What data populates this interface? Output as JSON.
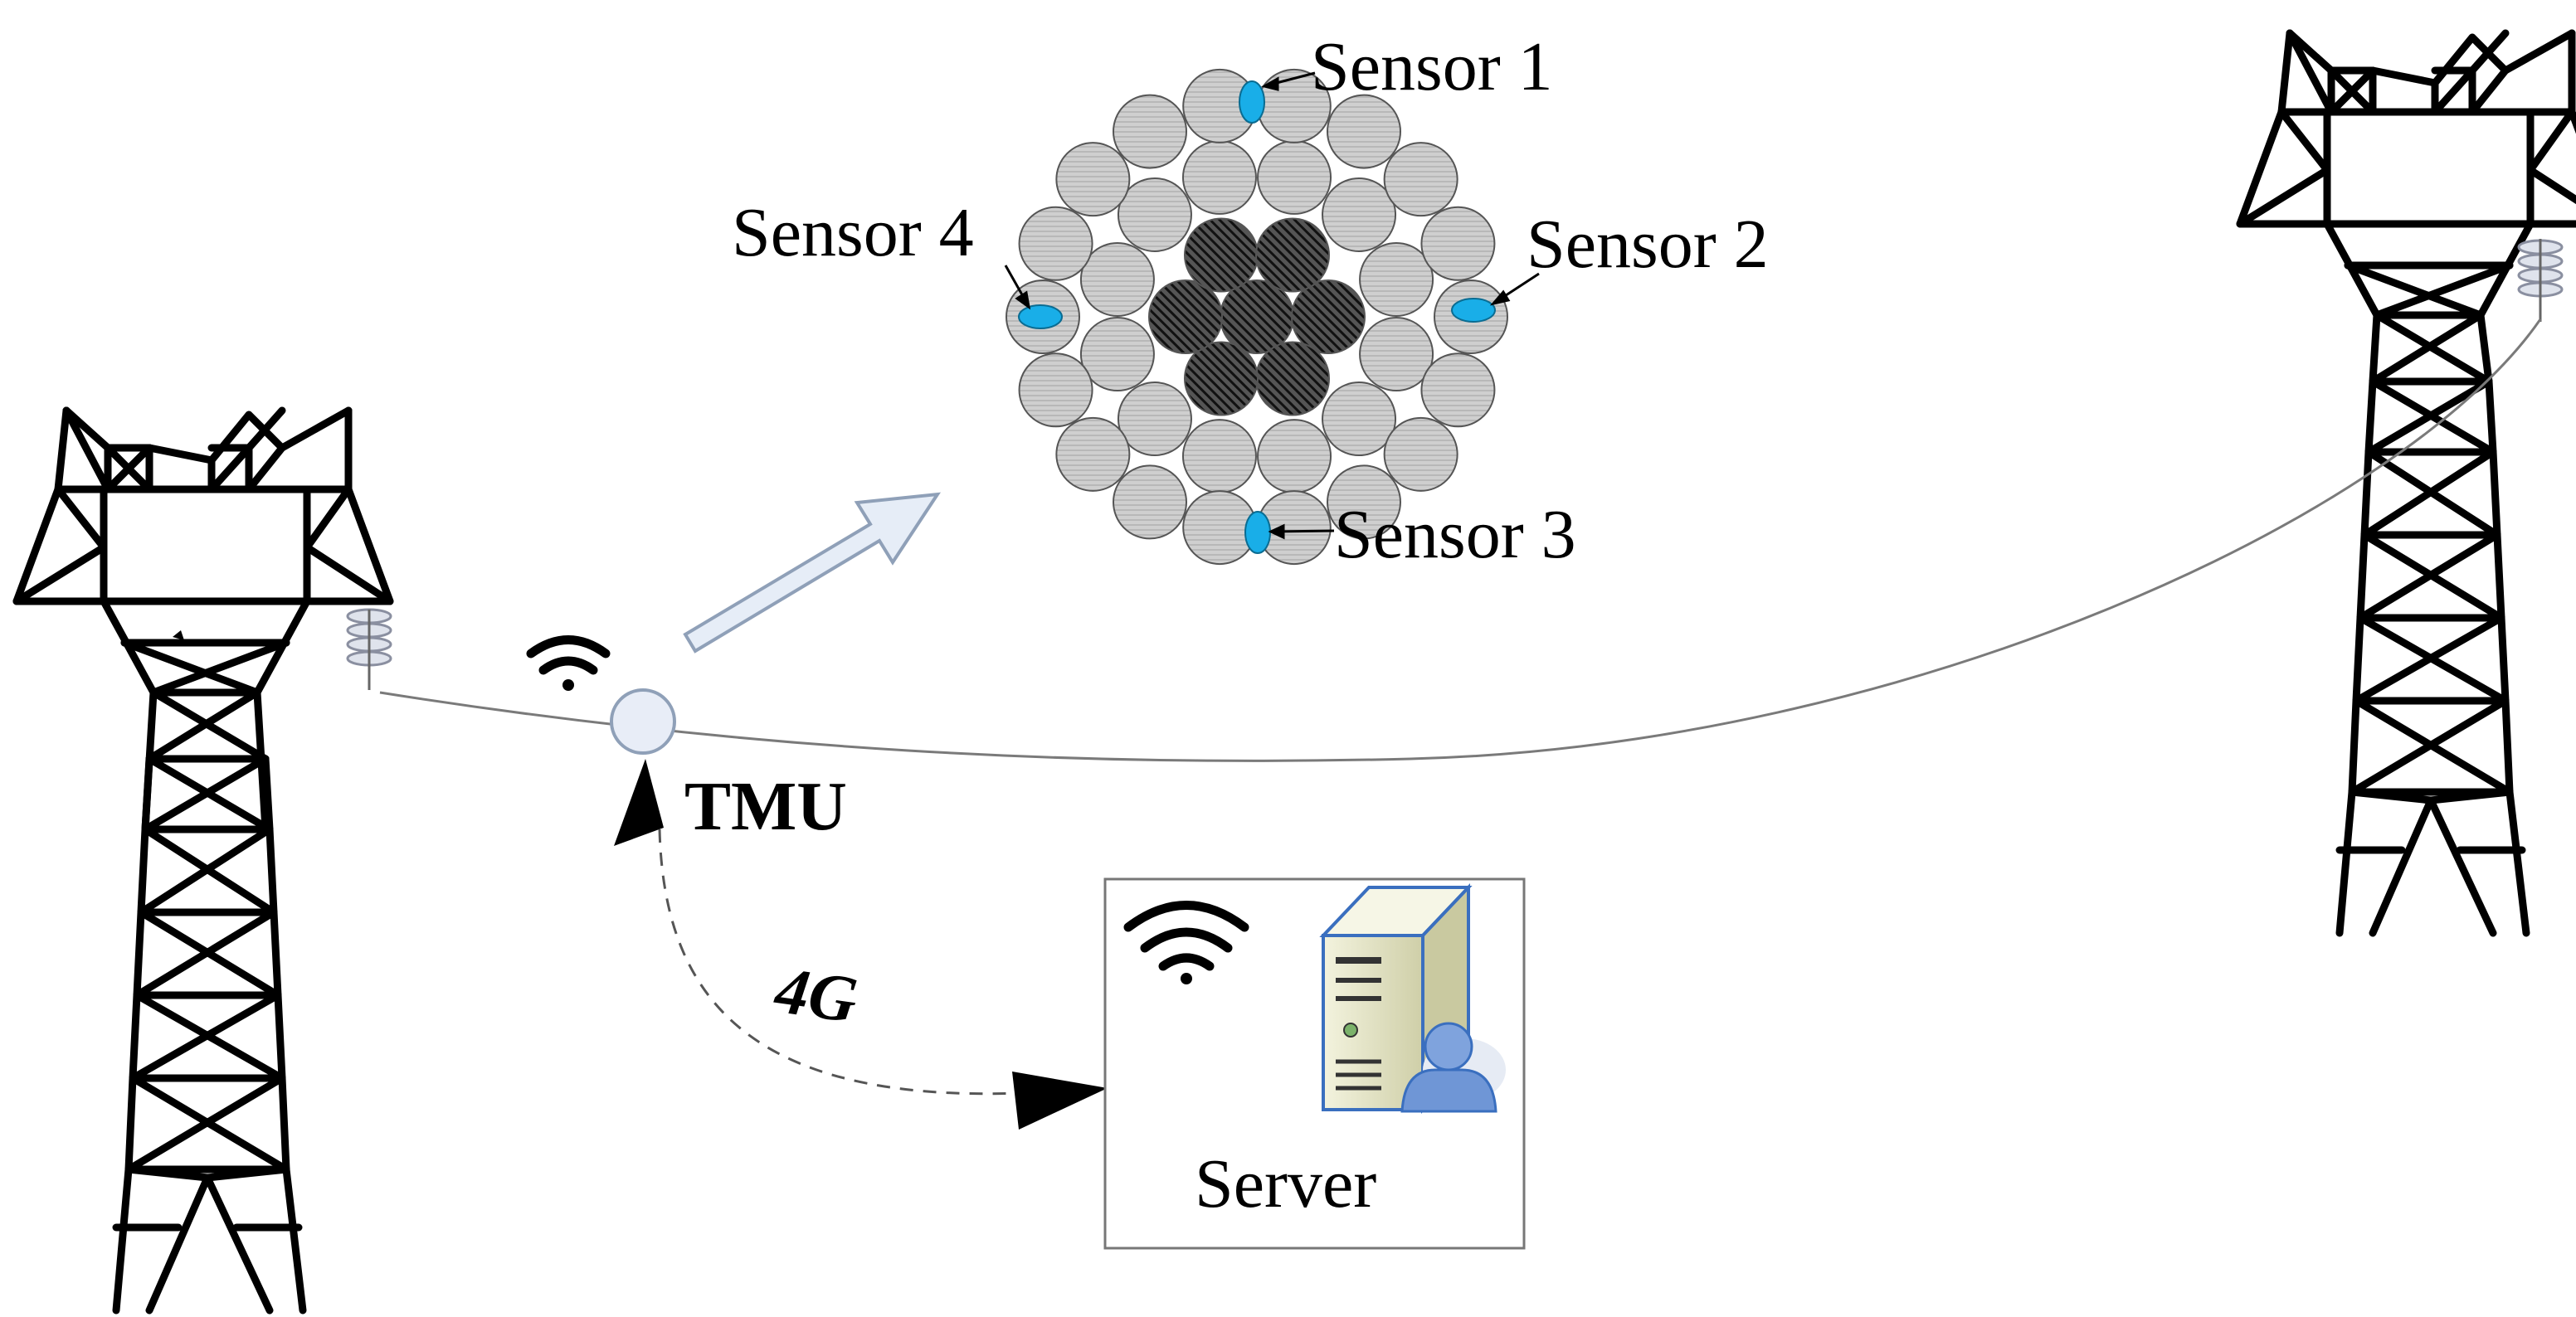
{
  "labels": {
    "sensor1": "Sensor 1",
    "sensor2": "Sensor 2",
    "sensor3": "Sensor 3",
    "sensor4": "Sensor 4",
    "tmu": "TMU",
    "link": "4G",
    "server": "Server"
  },
  "colors": {
    "sensor": "#19aee8",
    "strand_outer": "#c8c8c8",
    "strand_core": "#3a3a3a",
    "arrow_fill": "#e6edf7",
    "arrow_stroke": "#8fa0b8",
    "server_case": "#e9e9cf",
    "server_edge": "#3a6fbf",
    "user": "#6f96d6"
  },
  "icons": [
    "transmission-tower-icon",
    "insulator-icon",
    "wifi-icon",
    "server-icon",
    "user-icon",
    "conductor-cross-section-icon"
  ]
}
